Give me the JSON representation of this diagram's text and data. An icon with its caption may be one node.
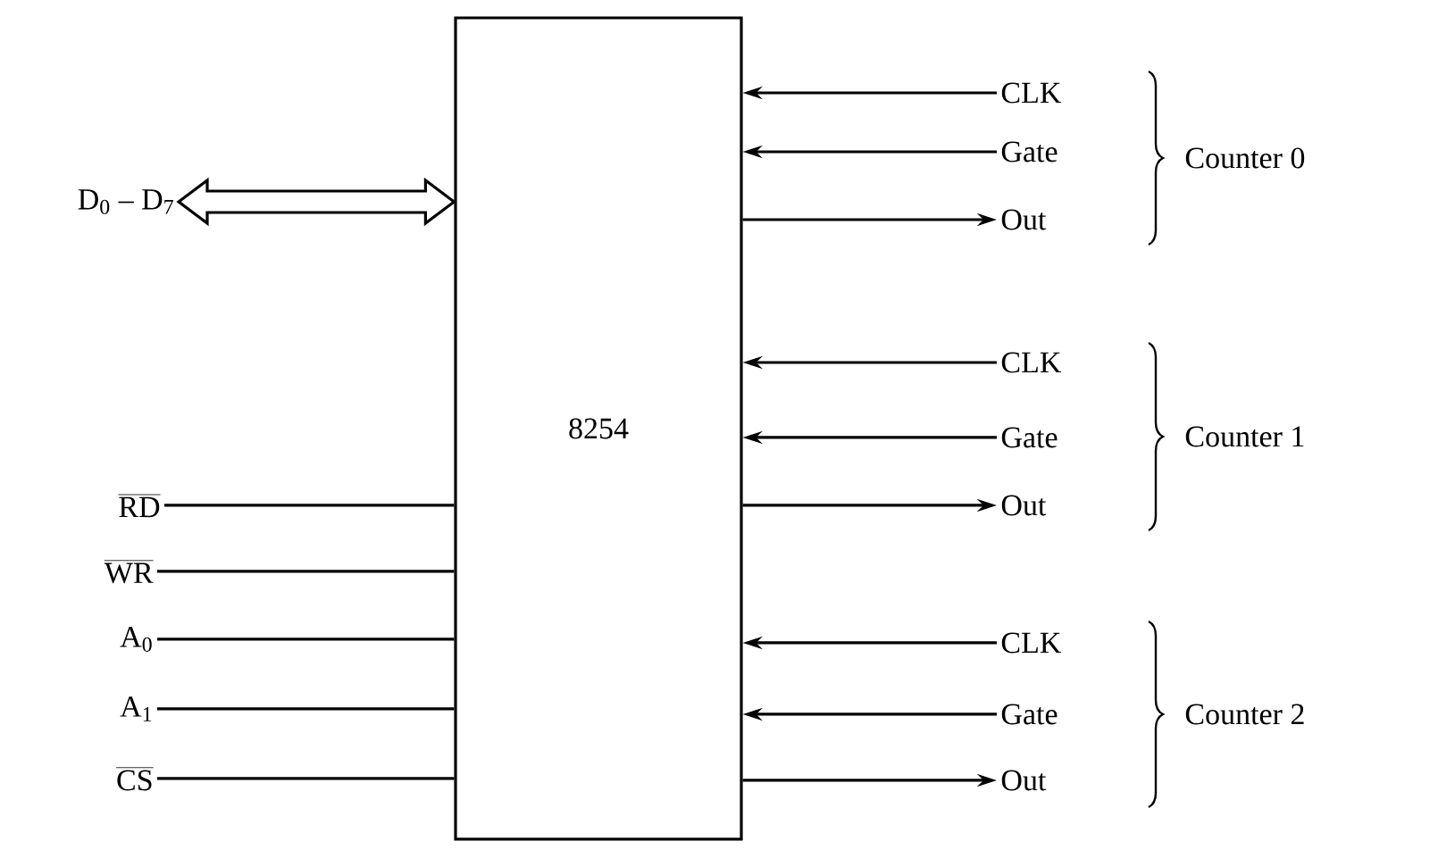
{
  "diagram": {
    "nodes": [
      {
        "text": [
          "8254"
        ]
      },
      {
        "text": [
          "D$_{0}$ – D$_{7}$"
        ]
      },
      {
        "text": [
          "RD"
        ]
      },
      {
        "text": [
          "WR"
        ]
      },
      {
        "text": [
          "A$_{0}$"
        ]
      },
      {
        "text": [
          "A$_{1}$"
        ]
      },
      {
        "text": [
          "CS"
        ]
      },
      {
        "text": [
          "CLK"
        ]
      },
      {
        "text": [
          "Gate"
        ]
      },
      {
        "text": [
          "Out"
        ]
      },
      {
        "text": [
          "CLK"
        ]
      },
      {
        "text": [
          "Gate"
        ]
      },
      {
        "text": [
          "Out"
        ]
      },
      {
        "text": [
          "CLK"
        ]
      },
      {
        "text": [
          "Gate"
        ]
      },
      {
        "text": [
          "Out"
        ]
      }
    ],
    "edges": [
      {
        "from": 1,
        "to": 0,
        "arrow": "both",
        "style": "thick"
      },
      {
        "from": 2,
        "to": 0,
        "arrow": "none"
      },
      {
        "from": 3,
        "to": 0,
        "arrow": "none"
      },
      {
        "from": 4,
        "to": 0,
        "arrow": "none"
      },
      {
        "from": 5,
        "to": 0,
        "arrow": "none"
      },
      {
        "from": 6,
        "to": 0,
        "arrow": "none"
      },
      {
        "from": 7,
        "to": 0,
        "arrow": "to"
      },
      {
        "from": 8,
        "to": 0,
        "arrow": "to"
      },
      {
        "from": 0,
        "to": 9,
        "arrow": "to"
      },
      {
        "from": 10,
        "to": 0,
        "arrow": "to"
      },
      {
        "from": 11,
        "to": 0,
        "arrow": "to"
      },
      {
        "from": 0,
        "to": 12,
        "arrow": "to"
      },
      {
        "from": 13,
        "to": 0,
        "arrow": "to"
      },
      {
        "from": 14,
        "to": 0,
        "arrow": "to"
      },
      {
        "from": 0,
        "to": 15,
        "arrow": "to"
      }
    ],
    "labels": [
      "Counter 0",
      "Counter 1",
      "Counter 2"
    ]
  }
}
